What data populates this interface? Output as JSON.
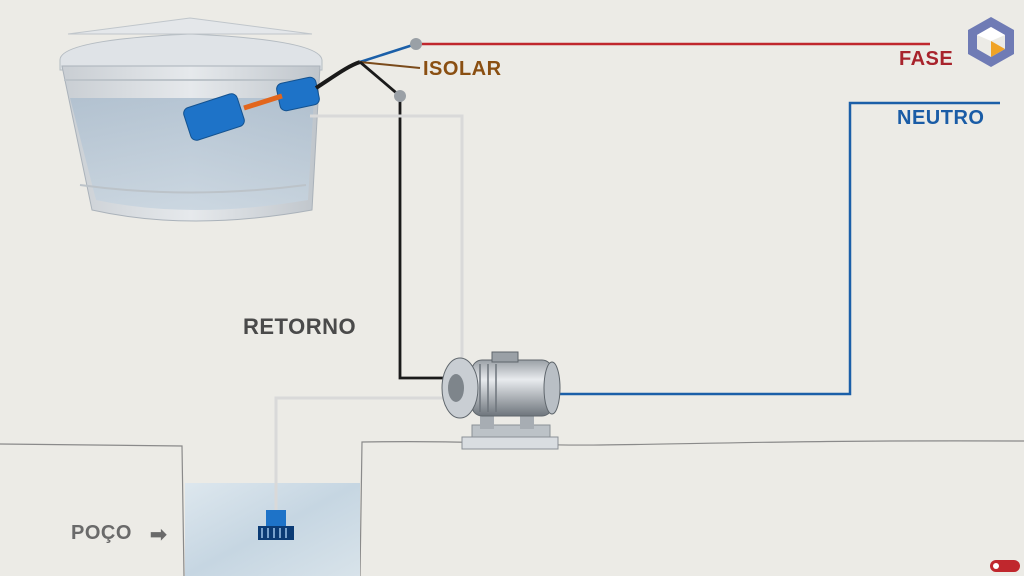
{
  "labels": {
    "fase": "FASE",
    "neutro": "NEUTRO",
    "isolar": "ISOLAR",
    "retorno": "RETORNO",
    "poco": "POÇO"
  },
  "icons": {
    "arrow": "➡",
    "logo": "cube-logo-icon",
    "recording": "recording-badge-icon"
  },
  "colors": {
    "background": "#ecebe6",
    "fase_wire": "#c0272d",
    "neutro_wire": "#1b5fa8",
    "retorno_wire": "#1a1a1a",
    "isolar_wire": "#7a4a1a",
    "white_wire": "#d9d9d9",
    "label_fase": "#a8232c",
    "label_neutro": "#1a5ca6",
    "label_isolar": "#8a4f12",
    "label_dark": "#4a4a4a",
    "label_poco": "#6a6a6a",
    "water": "#b8ccd9",
    "float_switch": "#1e73c8"
  }
}
